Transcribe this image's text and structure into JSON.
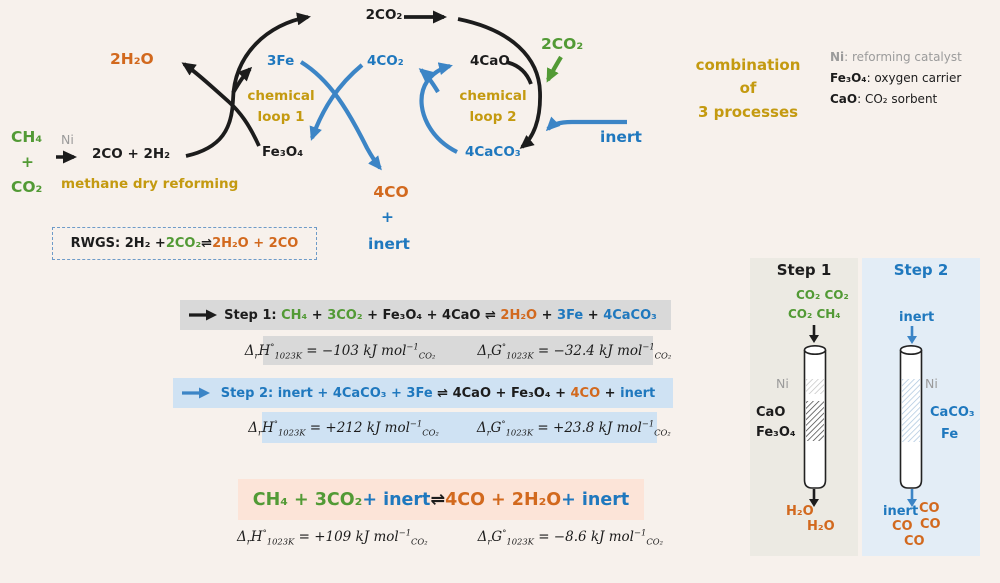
{
  "colors": {
    "dark": "#1c1c1c",
    "green": "#529a35",
    "orange": "#d2691e",
    "blue": "#1f78be",
    "arrow_blue": "#3c85c6",
    "gold": "#c49a10",
    "gray": "#9b9b9b",
    "box_gray": "#d9d9d9",
    "box_blue": "#cfe2f3",
    "box_pink": "#fce4d8",
    "panel1_bg": "#eceae3",
    "panel2_bg": "#e3edf6",
    "page_bg": "#f7f1ec"
  },
  "loop_diagram": {
    "top_co2": "2CO₂",
    "h2o": "2H₂O",
    "fe": "3Fe",
    "loop1_l1": "chemical",
    "loop1_l2": "loop 1",
    "fe3o4": "Fe₃O₄",
    "co2_mid": "4CO₂",
    "cao": "4CaO",
    "loop2_l1": "chemical",
    "loop2_l2": "loop 2",
    "co2_in": "2CO₂",
    "inert_in": "inert",
    "caco3": "4CaCO₃",
    "co_out": "4CO",
    "plus_out": "+",
    "inert_out": "inert",
    "feed_ch4": "CH₄",
    "feed_plus": "+",
    "feed_co2": "CO₂",
    "catalyst": "Ni",
    "syngas": "2CO + 2H₂",
    "mdr_label": "methane dry reforming"
  },
  "rwgs": {
    "segments": [
      {
        "t": "RWGS: 2H₂ + ",
        "c": "dark"
      },
      {
        "t": "2CO₂",
        "c": "green"
      },
      {
        "t": " ⇌ ",
        "c": "dark"
      },
      {
        "t": "2H₂O + 2CO",
        "c": "orange"
      }
    ]
  },
  "legend": {
    "title_l1": "combination of",
    "title_l2": "3 processes",
    "items": [
      {
        "name": "Ni",
        "desc": ": reforming catalyst"
      },
      {
        "name": "Fe₃O₄",
        "desc": ": oxygen carrier"
      },
      {
        "name": "CaO",
        "desc": ": CO₂ sorbent"
      }
    ]
  },
  "equations": {
    "step1": {
      "segments": [
        {
          "t": "Step 1: ",
          "c": "dark"
        },
        {
          "t": "CH₄",
          "c": "green"
        },
        {
          "t": " + ",
          "c": "dark"
        },
        {
          "t": "3CO₂",
          "c": "green"
        },
        {
          "t": " + Fe₃O₄ + 4CaO ⇌ ",
          "c": "dark"
        },
        {
          "t": "2H₂O",
          "c": "orange"
        },
        {
          "t": " + ",
          "c": "dark"
        },
        {
          "t": "3Fe",
          "c": "blue"
        },
        {
          "t": " + ",
          "c": "dark"
        },
        {
          "t": "4CaCO₃",
          "c": "blue"
        }
      ],
      "dH": [
        {
          "t": "Δ"
        },
        {
          "t": "r",
          "sub": true
        },
        {
          "t": "H"
        },
        {
          "t": "°",
          "sup": true
        },
        {
          "t": "1023K",
          "sub": true
        },
        {
          "t": " = −103 kJ mol"
        },
        {
          "t": "−1",
          "sup": true
        },
        {
          "t": "CO₂",
          "sub": true
        }
      ],
      "dG": [
        {
          "t": "Δ"
        },
        {
          "t": "r",
          "sub": true
        },
        {
          "t": "G"
        },
        {
          "t": "°",
          "sup": true
        },
        {
          "t": "1023K",
          "sub": true
        },
        {
          "t": " = −32.4 kJ mol"
        },
        {
          "t": "−1",
          "sup": true
        },
        {
          "t": "CO₂",
          "sub": true
        }
      ]
    },
    "step2": {
      "segments": [
        {
          "t": "Step 2: inert + 4CaCO₃ + 3Fe",
          "c": "blue"
        },
        {
          "t": " ⇌ ",
          "c": "dark"
        },
        {
          "t": "4CaO + Fe₃O₄ + ",
          "c": "dark"
        },
        {
          "t": "4CO",
          "c": "orange"
        },
        {
          "t": " + ",
          "c": "dark"
        },
        {
          "t": "inert",
          "c": "blue"
        }
      ],
      "dH": [
        {
          "t": "Δ"
        },
        {
          "t": "r",
          "sub": true
        },
        {
          "t": "H"
        },
        {
          "t": "°",
          "sup": true
        },
        {
          "t": "1023K",
          "sub": true
        },
        {
          "t": " = +212 kJ mol"
        },
        {
          "t": "−1",
          "sup": true
        },
        {
          "t": "CO₂",
          "sub": true
        }
      ],
      "dG": [
        {
          "t": "Δ"
        },
        {
          "t": "r",
          "sub": true
        },
        {
          "t": "G"
        },
        {
          "t": "°",
          "sup": true
        },
        {
          "t": "1023K",
          "sub": true
        },
        {
          "t": " = +23.8 kJ mol"
        },
        {
          "t": "−1",
          "sup": true
        },
        {
          "t": "CO₂",
          "sub": true
        }
      ]
    },
    "overall": {
      "segments": [
        {
          "t": "CH₄ + 3CO₂",
          "c": "green"
        },
        {
          "t": " + inert ",
          "c": "blue"
        },
        {
          "t": "⇌ ",
          "c": "dark"
        },
        {
          "t": "4CO + 2H₂O",
          "c": "orange"
        },
        {
          "t": " + inert",
          "c": "blue"
        }
      ],
      "dH": [
        {
          "t": "Δ"
        },
        {
          "t": "r",
          "sub": true
        },
        {
          "t": "H"
        },
        {
          "t": "°",
          "sup": true
        },
        {
          "t": "1023K",
          "sub": true
        },
        {
          "t": " = +109 kJ mol"
        },
        {
          "t": "−1",
          "sup": true
        },
        {
          "t": "CO₂",
          "sub": true
        }
      ],
      "dG": [
        {
          "t": "Δ"
        },
        {
          "t": "r",
          "sub": true
        },
        {
          "t": "G"
        },
        {
          "t": "°",
          "sup": true
        },
        {
          "t": "1023K",
          "sub": true
        },
        {
          "t": " = −8.6 kJ mol"
        },
        {
          "t": "−1",
          "sup": true
        },
        {
          "t": "CO₂",
          "sub": true
        }
      ]
    }
  },
  "reactors": {
    "step1": {
      "title": "Step 1",
      "gases_row1": "CO₂  CO₂",
      "gases_row2": "CO₂ CH₄",
      "catalyst": "Ni",
      "label1": "CaO",
      "label2": "Fe₃O₄",
      "out1": "H₂O",
      "out2": "H₂O"
    },
    "step2": {
      "title": "Step 2",
      "input": "inert",
      "catalyst": "Ni",
      "label1": "CaCO₃",
      "label2": "Fe",
      "out_inert": "inert",
      "out_co1": "CO",
      "out_co2": "CO",
      "out_co3": "CO",
      "out_co4": "CO"
    }
  }
}
